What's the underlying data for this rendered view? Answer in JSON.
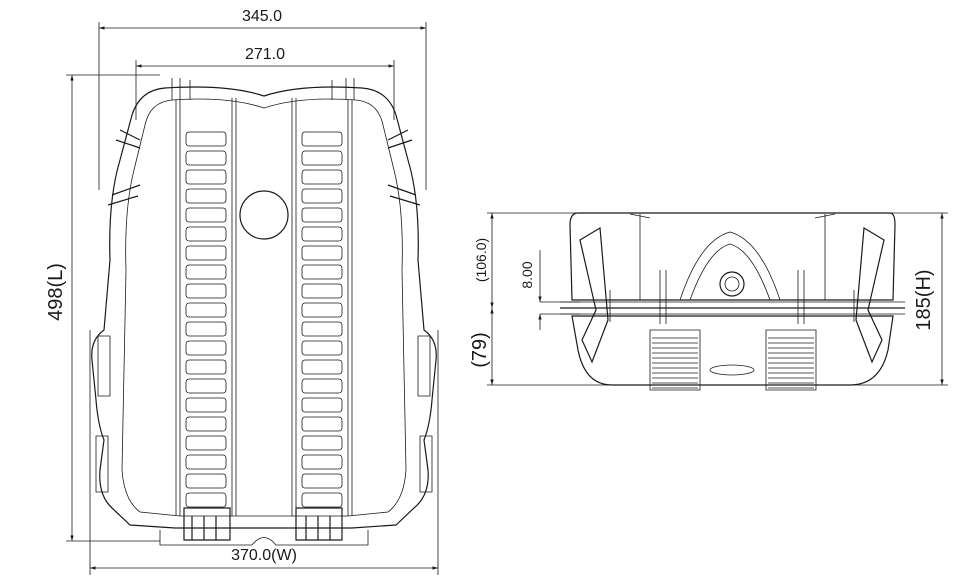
{
  "dimensions": {
    "top_width": "345.0",
    "inner_width": "271.0",
    "bottom_width": "370.0(W)",
    "length": "498(L)",
    "lid_height": "(106.0)",
    "hinge_offset": "8.00",
    "base_height": "(79)",
    "total_height": "185(H)"
  }
}
